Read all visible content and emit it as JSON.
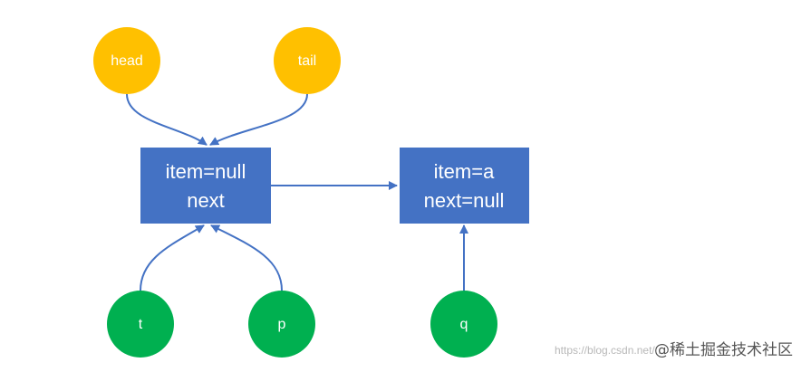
{
  "colors": {
    "pointer_top": "#FFC000",
    "pointer_bottom": "#00B050",
    "node_box": "#4472C4",
    "arrow": "#4472C4",
    "text": "#FFFFFF"
  },
  "pointers": {
    "head": "head",
    "tail": "tail",
    "t": "t",
    "p": "p",
    "q": "q"
  },
  "nodes": {
    "first": {
      "line1": "item=null",
      "line2": "next"
    },
    "second": {
      "line1": "item=a",
      "line2": "next=null"
    }
  },
  "watermark": {
    "url": "https://blog.csdn.net/...",
    "site": "@稀土掘金技术社区"
  }
}
